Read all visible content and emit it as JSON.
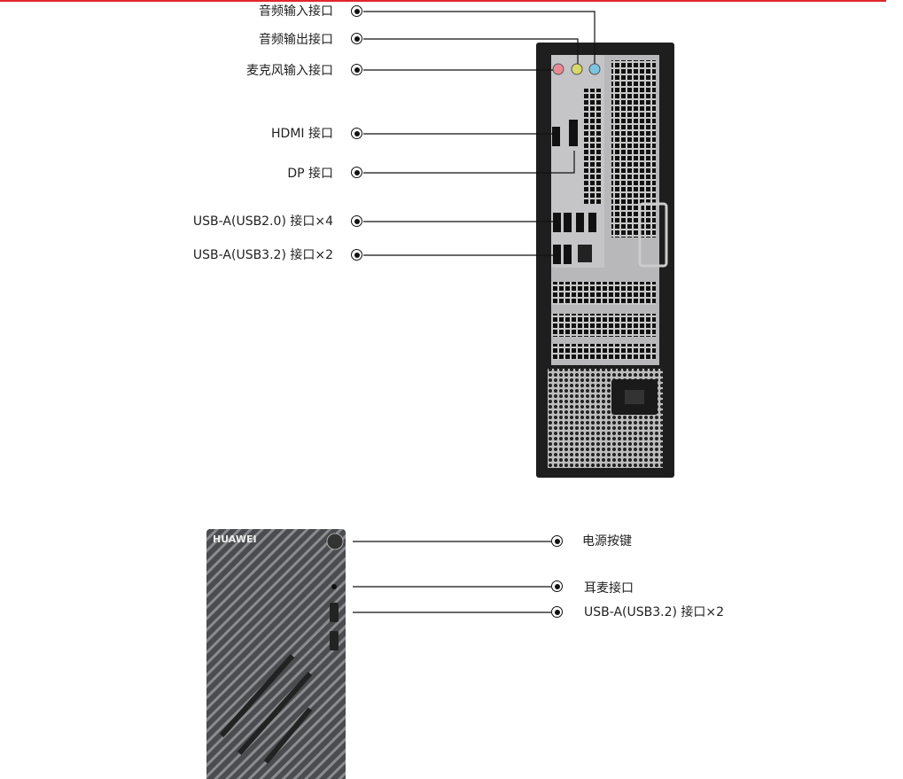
{
  "rear": {
    "callouts": [
      {
        "label": "音频输入接口"
      },
      {
        "label": "音频输出接口"
      },
      {
        "label": "麦克风输入接口"
      },
      {
        "label": "HDMI 接口"
      },
      {
        "label": "DP 接口"
      },
      {
        "label": "USB-A(USB2.0) 接口×4"
      },
      {
        "label": "USB-A(USB3.2) 接口×2"
      }
    ]
  },
  "front": {
    "brand": "HUAWEI",
    "callouts": [
      {
        "label": "电源按键"
      },
      {
        "label": "耳麦接口"
      },
      {
        "label": "USB-A(USB3.2) 接口×2"
      }
    ]
  },
  "colors": {
    "accent": "#e0262b",
    "jack_mic": "#e88a95",
    "jack_out": "#d8d86a",
    "jack_in": "#7cc4df"
  }
}
